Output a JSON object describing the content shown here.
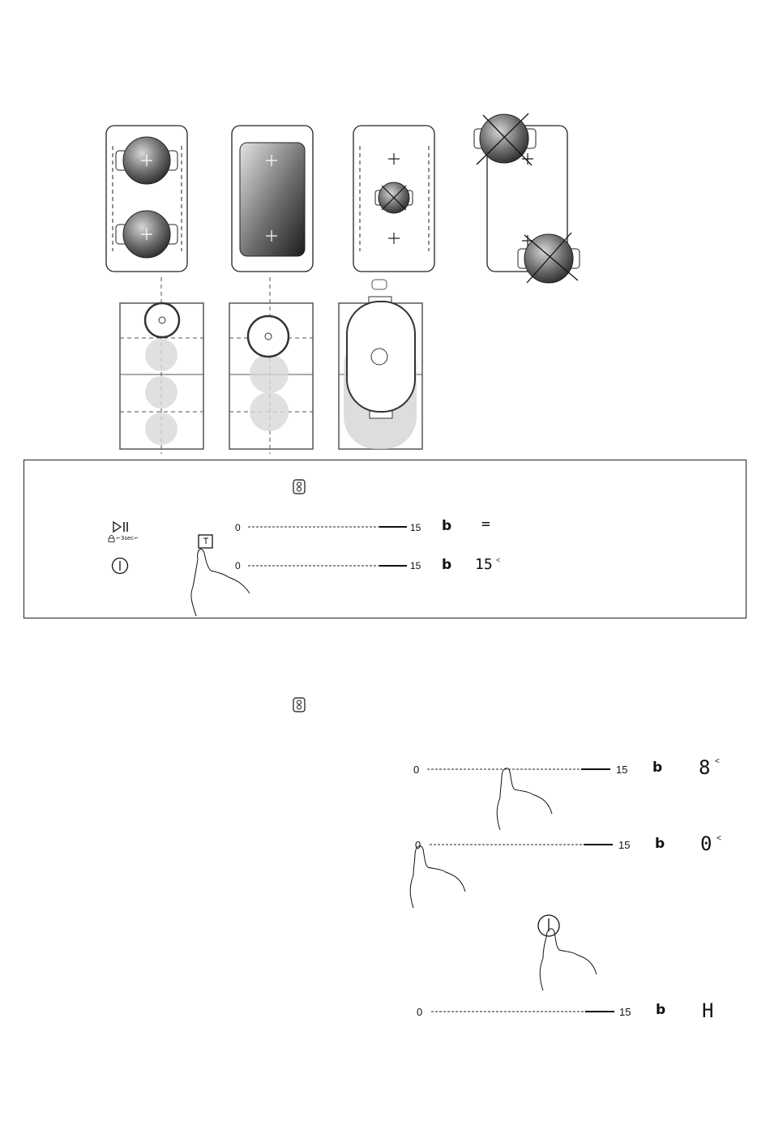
{
  "icons": {
    "boost": "boost-icon",
    "play_pause": "play-pause-icon",
    "lock": "lock-icon",
    "power": "power-icon"
  },
  "panel": {
    "lock_label": "⌐3sec⌐",
    "rows": [
      {
        "min": "0",
        "max": "15",
        "booster": "b",
        "display": "="
      },
      {
        "min": "0",
        "max": "15",
        "booster": "b",
        "display": "15"
      }
    ]
  },
  "steps": [
    {
      "min": "0",
      "max": "15",
      "booster": "b",
      "display": "8"
    },
    {
      "min": "0",
      "max": "15",
      "booster": "b",
      "display": "0"
    },
    {
      "min": "0",
      "max": "15",
      "booster": "b",
      "display": "H"
    }
  ],
  "colors": {
    "line": "#222222",
    "pot_dark": "#2a2a2a",
    "pot_light": "#bdbdbd"
  }
}
